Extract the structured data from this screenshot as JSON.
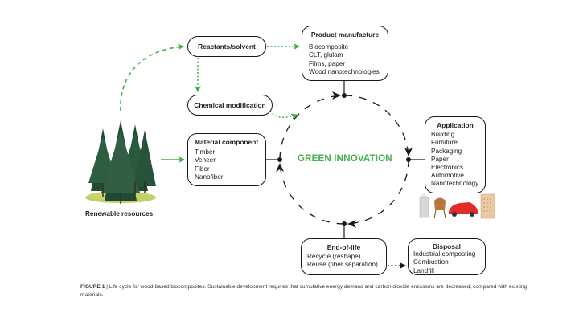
{
  "diagram": {
    "center_label": "GREEN INNOVATION",
    "accent_color": "#3fb04a",
    "renewable_resources": {
      "label": "Renewable resources",
      "icon": "forest-trees-icon"
    },
    "reactants": {
      "label": "Reactants/solvent"
    },
    "chemical_modification": {
      "label": "Chemical modification"
    },
    "material_component": {
      "title": "Material component",
      "items": [
        "Timber",
        "Veneer",
        "Fiber",
        "Nanofiber"
      ]
    },
    "product_manufacture": {
      "title": "Product manufacture",
      "items": [
        "Biocomposite",
        "CLT, glulam",
        "Films, paper",
        "Wood nanotechnologies"
      ]
    },
    "application": {
      "title": "Application",
      "items": [
        "Building",
        "Furniture",
        "Packaging",
        "Paper",
        "Electronics",
        "Automotive",
        "Nanotechnology"
      ],
      "illustrations": [
        "carton-icon",
        "chair-icon",
        "car-icon",
        "building-panel-icon"
      ]
    },
    "end_of_life": {
      "title": "End-of-life",
      "items": [
        "Recycle (reshape)",
        "Reuse (fiber separation)"
      ]
    },
    "disposal": {
      "title": "Disposal",
      "items": [
        "Industrial composting",
        "Combustion",
        "Landfill"
      ]
    }
  },
  "caption": {
    "label": "FIGURE 1",
    "separator": " | ",
    "text": "Life cycle for wood-based biocomposites. Sustainable development requires that cumulative energy demand and carbon dioxide emissions are decreased, compared with existing materials."
  }
}
